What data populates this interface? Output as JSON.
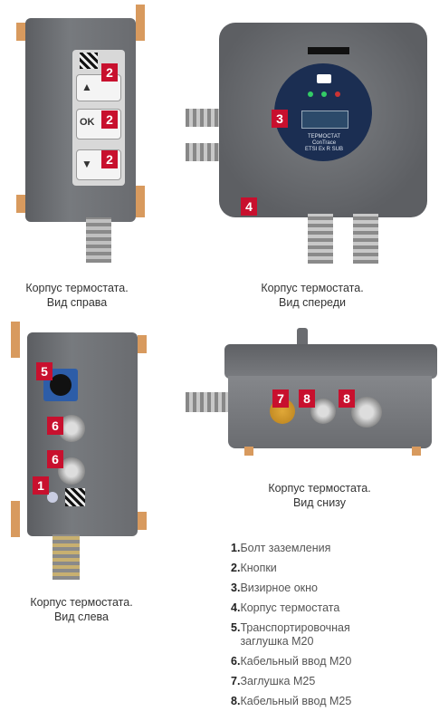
{
  "figures": {
    "right": {
      "caption_line1": "Корпус термостата.",
      "caption_line2": "Вид справа",
      "btn_labels": [
        "▲",
        "OK",
        "▼"
      ],
      "badges": [
        "2",
        "2",
        "2"
      ]
    },
    "front": {
      "caption_line1": "Корпус термостата.",
      "caption_line2": "Вид спереди",
      "display_text_1": "ТЕРМОСТАТ",
      "display_text_2": "ConTrace",
      "display_text_3": "ETSI Ex R SUB",
      "badges": [
        "3",
        "4"
      ]
    },
    "left": {
      "caption_line1": "Корпус термостата.",
      "caption_line2": "Вид слева",
      "badges": [
        "5",
        "6",
        "6",
        "1"
      ]
    },
    "bottom": {
      "caption_line1": "Корпус термостата.",
      "caption_line2": "Вид снизу",
      "badges": [
        "7",
        "8",
        "8"
      ]
    }
  },
  "legend": [
    {
      "num": "1.",
      "text": "Болт заземления"
    },
    {
      "num": "2.",
      "text": "Кнопки"
    },
    {
      "num": "3.",
      "text": "Визирное окно"
    },
    {
      "num": "4.",
      "text": "Корпус термостата"
    },
    {
      "num": "5.",
      "text": "Транспортировочная заглушка М20"
    },
    {
      "num": "6.",
      "text": "Кабельный ввод М20"
    },
    {
      "num": "7.",
      "text": "Заглушка М25"
    },
    {
      "num": "8.",
      "text": "Кабельный ввод М25"
    }
  ],
  "colors": {
    "badge": "#c8102e",
    "housing": "#6a6c70",
    "rail": "#d89a5e"
  }
}
